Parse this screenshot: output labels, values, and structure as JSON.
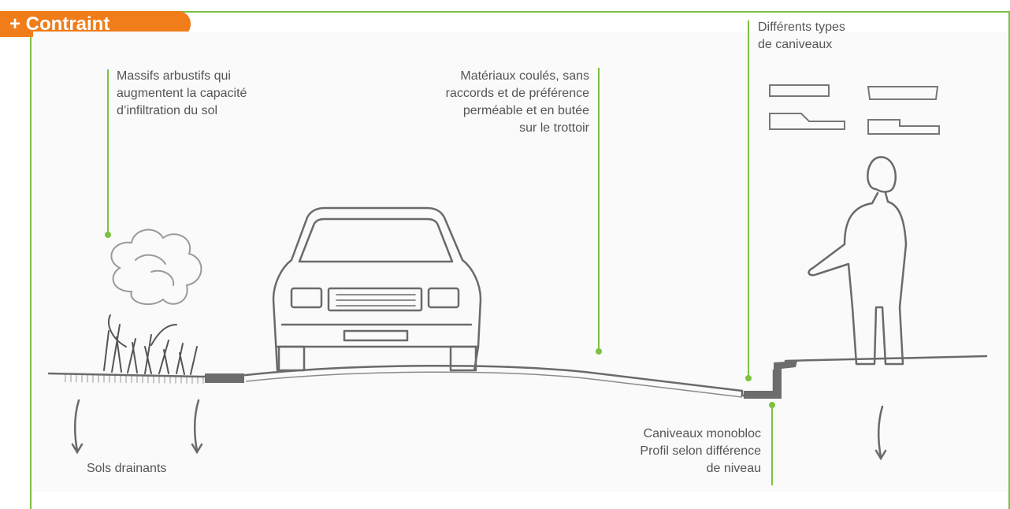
{
  "header": {
    "tag": "+ Contraint"
  },
  "callouts": {
    "shrubs": {
      "line1": "Massifs arbustifs qui",
      "line2": "augmentent la capacité",
      "line3": "d’infiltration du sol"
    },
    "materials": {
      "line1": "Matériaux coulés, sans",
      "line2": "raccords et de préférence",
      "line3": "perméable et en butée",
      "line4": "sur le trottoir"
    },
    "gutter_types": {
      "line1": "Différents types",
      "line2": "de caniveaux"
    },
    "soils": {
      "text": "Sols drainants"
    },
    "monobloc": {
      "line1": "Caniveaux monobloc",
      "line2": "Profil selon différence",
      "line3": "de niveau"
    }
  },
  "colors": {
    "accent_orange": "#f07d1a",
    "frame_green": "#7cc142",
    "text_gray": "#555555",
    "sketch_gray": "#8a8a8a"
  }
}
